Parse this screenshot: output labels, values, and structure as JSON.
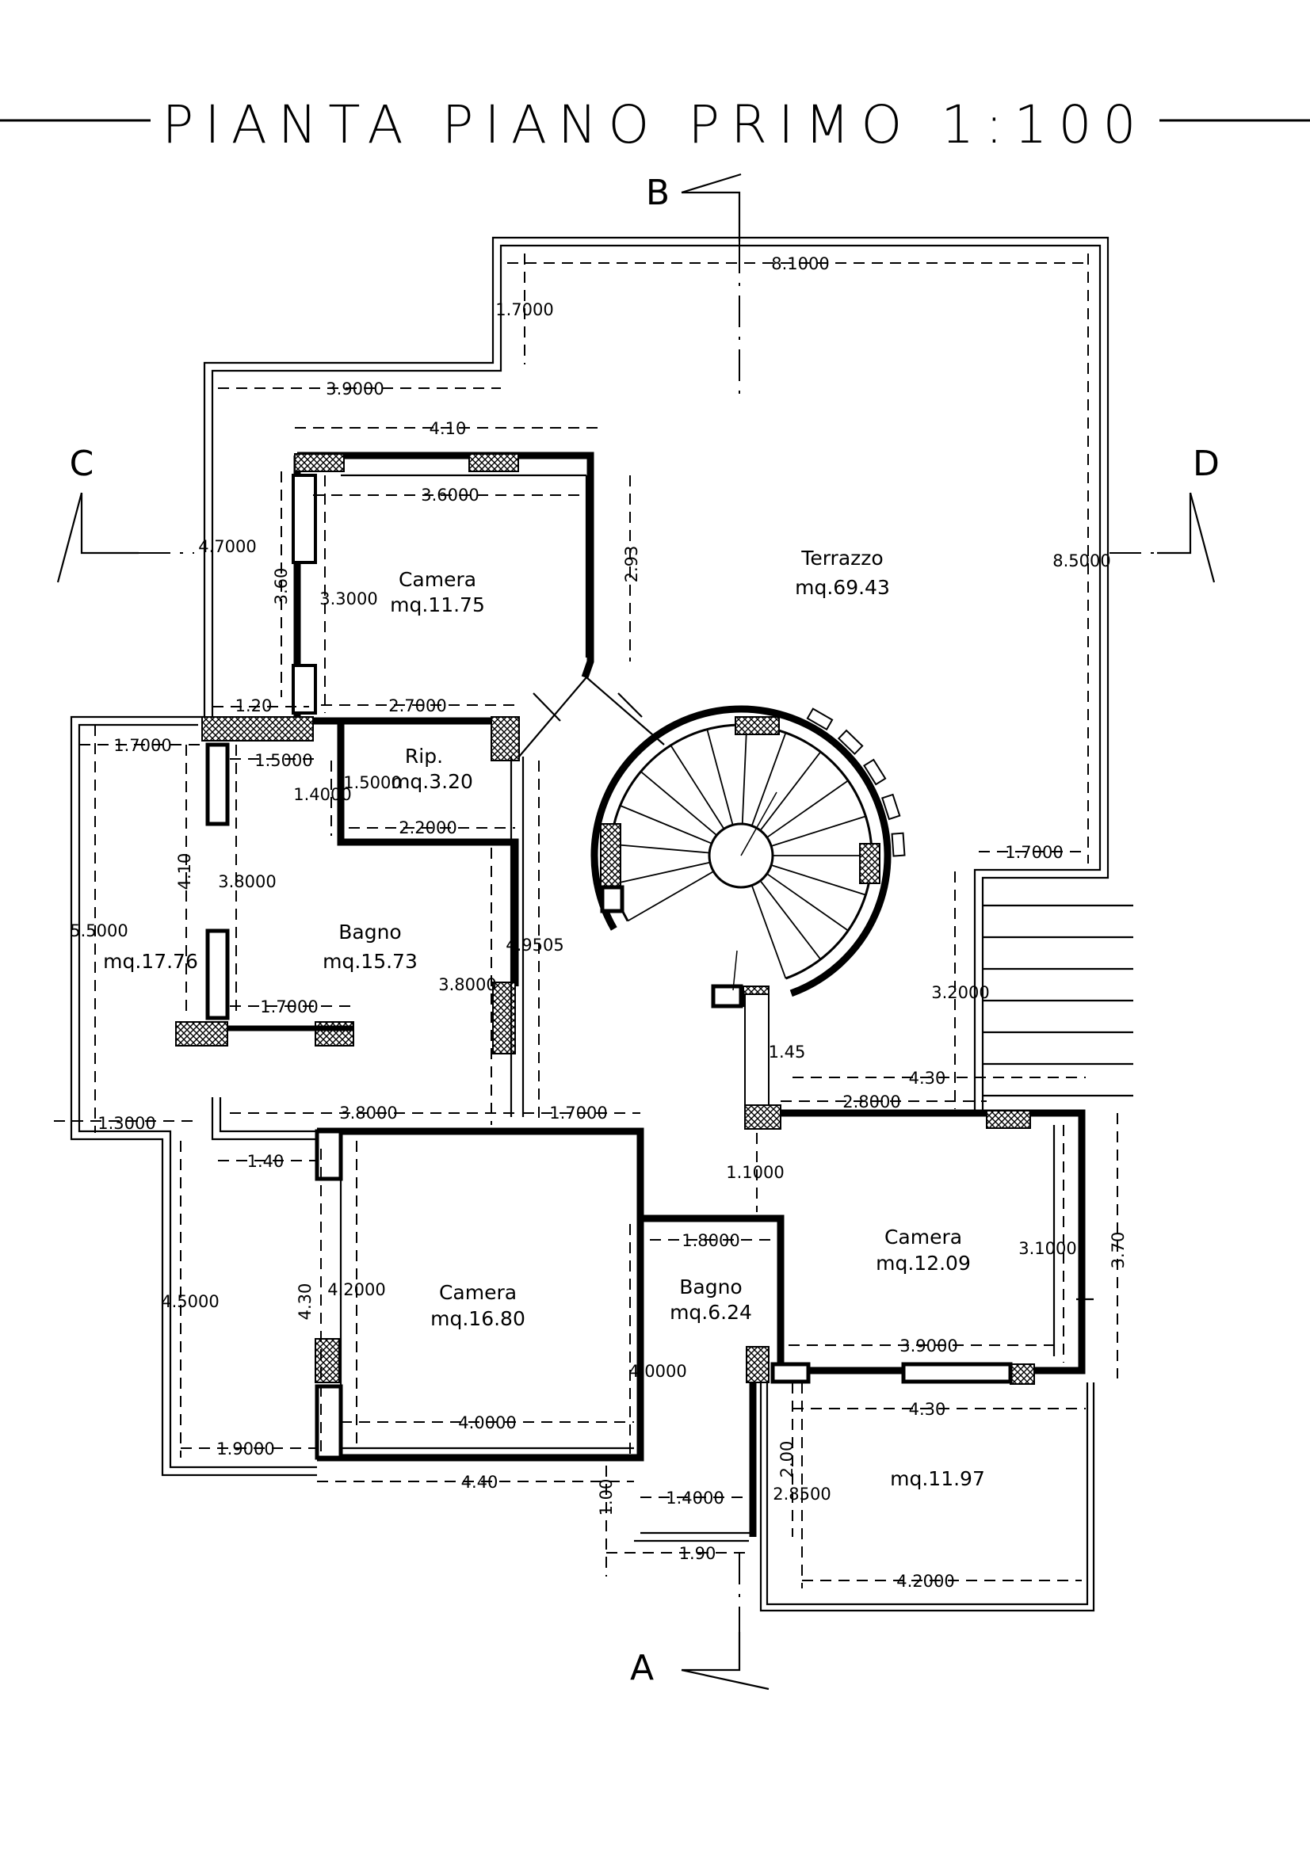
{
  "title": "PIANTA PIANO PRIMO 1:100",
  "sections": {
    "a": "A",
    "b": "B",
    "c": "C",
    "d": "D"
  },
  "rooms": {
    "camera_nw": {
      "name": "Camera",
      "area": "mq.11.75"
    },
    "terrazzo": {
      "name": "Terrazzo",
      "area": "mq.69.43"
    },
    "rip": {
      "name": "Rip.",
      "area": "mq.3.20"
    },
    "bagno_w": {
      "name": "Bagno",
      "area": "mq.15.73"
    },
    "balcony_w": {
      "area": "mq.17.76"
    },
    "camera_sw": {
      "name": "Camera",
      "area": "mq.16.80"
    },
    "bagno_s": {
      "name": "Bagno",
      "area": "mq.6.24"
    },
    "camera_e": {
      "name": "Camera",
      "area": "mq.12.09"
    },
    "balcony_se": {
      "area": "mq.11.97"
    }
  },
  "dims": {
    "d_8_1": "8.1000",
    "d_1_7_top": "1.7000",
    "d_3_9_top": "3.9000",
    "d_4_10_top": "4.10",
    "d_3_6": "3.6000",
    "d_2_93": "2.93",
    "d_4_7": "4.7000",
    "d_8_5": "8.5000",
    "d_3_60": "3.60",
    "d_3_3": "3.3000",
    "d_1_20": "1.20",
    "d_2_7": "2.7000",
    "d_1_7_w": "1.7000",
    "d_1_5": "1.5000",
    "d_1_4": "1.4000",
    "d_1_5b": "1.5000",
    "d_2_2": "2.2000",
    "d_4_10_w": "4.10",
    "d_3_8_w": "3.8000",
    "d_5_5": "5.5000",
    "d_4_95": "4.9505",
    "d_3_8_mid": "3.8000",
    "d_1_7_bath": "1.7000",
    "d_1_7_e": "1.7000",
    "d_3_2": "3.2000",
    "d_1_45": "1.45",
    "d_4_30_e": "4.30",
    "d_2_8": "2.8000",
    "d_3_8_s": "3.8000",
    "d_1_7_s": "1.7000",
    "d_1_3": "1.3000",
    "d_1_40": "1.40",
    "d_1_1": "1.1000",
    "d_1_8": "1.8000",
    "d_3_1": "3.1000",
    "d_3_70": "3.70",
    "d_4_5": "4.5000",
    "d_4_30_w": "4.30",
    "d_4_2": "4.2000",
    "d_4_0_v": "4.0000",
    "d_3_9_e": "3.9000",
    "d_4_30_se": "4.30",
    "d_1_9_w": "1.9000",
    "d_4_0_h": "4.0000",
    "d_2_00": "2.00",
    "d_2_85": "2.8500",
    "d_4_40": "4.40",
    "d_1_00": "1.00",
    "d_1_4_s": "1.4000",
    "d_1_90": "1.90",
    "d_4_2_se": "4.2000"
  }
}
